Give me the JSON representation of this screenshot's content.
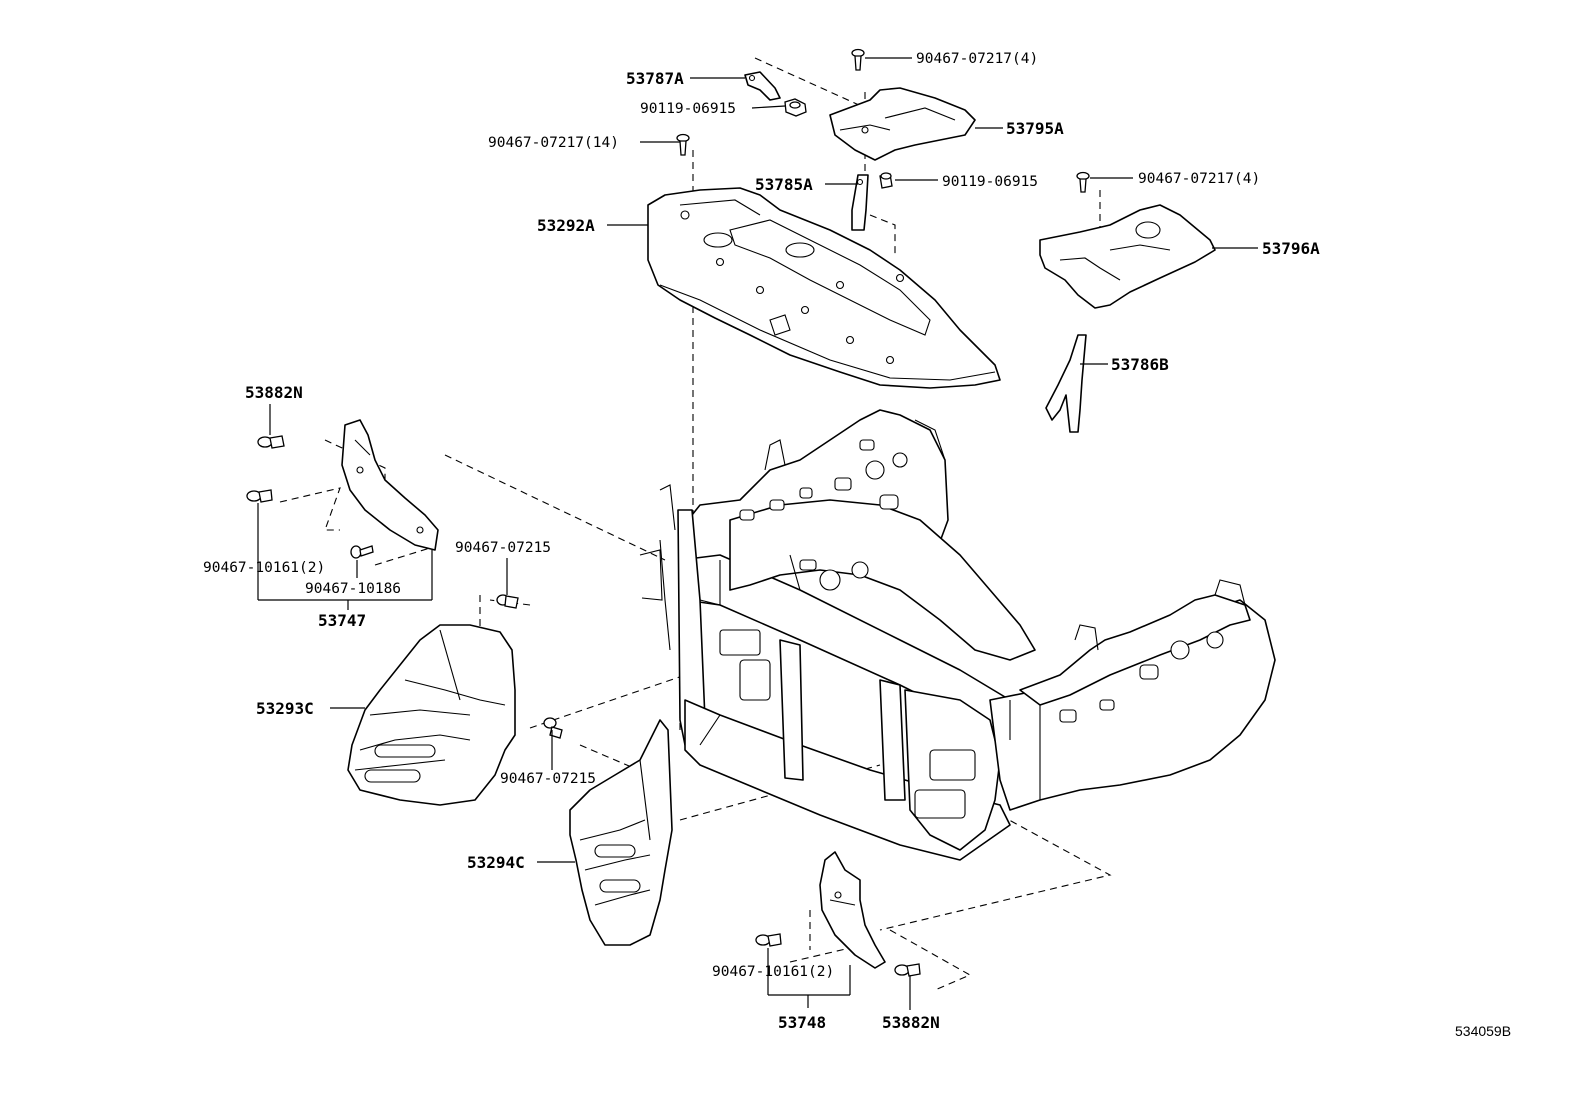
{
  "diagram_code": "534059B",
  "labels": {
    "p53787A": "53787A",
    "p90119_06915_a": "90119-06915",
    "p90467_07217_4_a": "90467-07217(4)",
    "p53795A": "53795A",
    "p90467_07217_14": "90467-07217(14)",
    "p53785A": "53785A",
    "p90119_06915_b": "90119-06915",
    "p90467_07217_4_b": "90467-07217(4)",
    "p53292A": "53292A",
    "p53796A": "53796A",
    "p53786B": "53786B",
    "p53882N_a": "53882N",
    "p90467_07215_a": "90467-07215",
    "p90467_10161_2_a": "90467-10161(2)",
    "p90467_10186": "90467-10186",
    "p53747": "53747",
    "p53293C": "53293C",
    "p90467_07215_b": "90467-07215",
    "p53294C": "53294C",
    "p90467_10161_2_b": "90467-10161(2)",
    "p53748": "53748",
    "p53882N_b": "53882N"
  }
}
